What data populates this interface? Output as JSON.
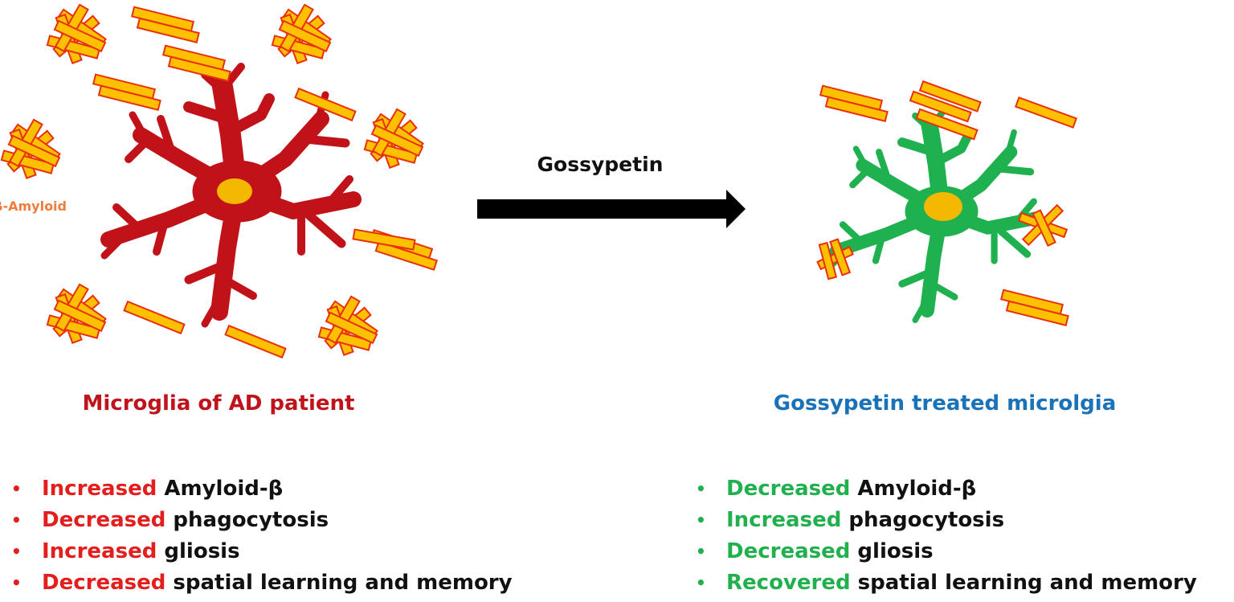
{
  "colors": {
    "ad_microglia": "#c1121a",
    "treated_microglia": "#1fb14f",
    "nucleus": "#f5b800",
    "amyloid_fill": "#ffc000",
    "amyloid_stroke": "#e8300e",
    "ad_title": "#c0141c",
    "treated_title": "#1a72b8",
    "negative_term": "#e41d1d",
    "positive_term": "#22b04f"
  },
  "amyloid_label": "β-Amyloid",
  "arrow": {
    "label": "Gossypetin",
    "icon": "right-arrow"
  },
  "left_panel": {
    "title": "Microglia of AD patient",
    "bullets": [
      {
        "term": "Increased",
        "text": "Amyloid-β"
      },
      {
        "term": "Decreased",
        "text": "phagocytosis"
      },
      {
        "term": "Increased",
        "text": "gliosis"
      },
      {
        "term": "Decreased",
        "text": "spatial learning and memory"
      }
    ]
  },
  "right_panel": {
    "title": "Gossypetin treated microlgia",
    "bullets": [
      {
        "term": "Decreased",
        "text": "Amyloid-β"
      },
      {
        "term": "Increased",
        "text": "phagocytosis"
      },
      {
        "term": "Decreased",
        "text": "gliosis"
      },
      {
        "term": "Recovered",
        "text": "spatial learning and memory"
      }
    ]
  }
}
